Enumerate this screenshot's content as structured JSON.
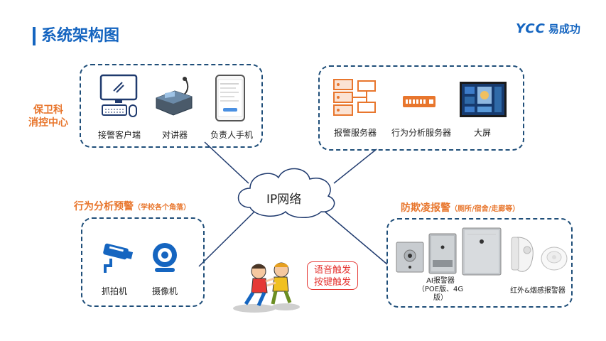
{
  "page": {
    "title": "系统架构图"
  },
  "logo": {
    "brand": "YCC",
    "cn": "易成功"
  },
  "security": {
    "label_line1": "保卫科",
    "label_line2": "消控中心",
    "devices": [
      "接警客户端",
      "对讲器",
      "负责人手机"
    ]
  },
  "servers": {
    "devices": [
      "报警服务器",
      "行为分析服务器",
      "大屏"
    ]
  },
  "network": {
    "label": "IP网络"
  },
  "behavior": {
    "title": "行为分析预警",
    "subtitle": "（学校各个角落）",
    "devices": [
      "抓拍机",
      "摄像机"
    ]
  },
  "bullying": {
    "title": "防欺凌报警",
    "subtitle": "（厕所/宿舍/走廊等）",
    "ai_alarm_line1": "AI报警器",
    "ai_alarm_line2": "（POE版、4G版）",
    "ir_alarm": "红外&烟感报警器"
  },
  "trigger": {
    "line1": "语音触发",
    "line2": "按键触发"
  },
  "colors": {
    "accent": "#1565c0",
    "border": "#1f4e79",
    "orange": "#e8762d",
    "red": "#e53935"
  }
}
